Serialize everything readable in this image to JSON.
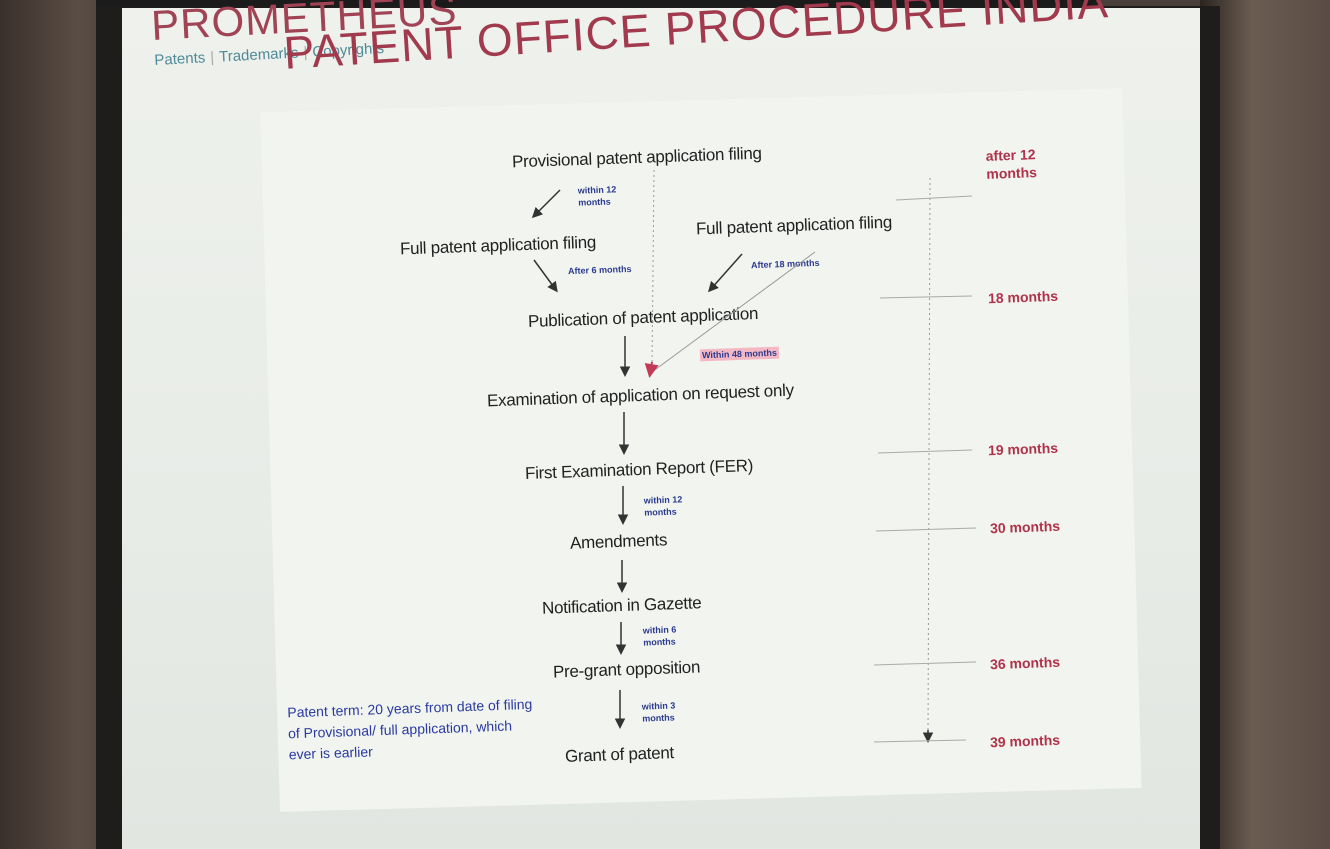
{
  "header": {
    "logo": "PROMETHEUS",
    "subtitle_items": [
      "Patents",
      "Trademarks",
      "Copyrights"
    ],
    "title": "PATENT OFFICE PROCEDURE INDIA"
  },
  "flow": {
    "provisional": "Provisional patent application filing",
    "full_left": "Full patent application filing",
    "full_right": "Full patent application filing",
    "publication": "Publication of patent application",
    "examination": "Examination of application on request only",
    "fer": "First Examination Report (FER)",
    "amendments": "Amendments",
    "gazette": "Notification in Gazette",
    "opposition": "Pre-grant opposition",
    "grant": "Grant of patent"
  },
  "notes": {
    "within12_a_1": "within 12",
    "within12_a_2": "months",
    "after6": "After 6 months",
    "after18": "After 18 months",
    "within48": "Within 48 months",
    "within12_b_1": "within 12",
    "within12_b_2": "months",
    "within6_1": "within 6",
    "within6_2": "months",
    "within3_1": "within 3",
    "within3_2": "months"
  },
  "timeline": {
    "after12_1": "after 12",
    "after12_2": "months",
    "m18": "18 months",
    "m19": "19 months",
    "m30": "30 months",
    "m36": "36 months",
    "m39": "39 months"
  },
  "term_note": "Patent term: 20 years from date of filing of Provisional/ full application, which ever is earlier",
  "colors": {
    "title": "#a23a4e",
    "timeline_labels": "#b0324a",
    "notes": "#2b3b8f",
    "highlight": "#f4b8c5"
  }
}
